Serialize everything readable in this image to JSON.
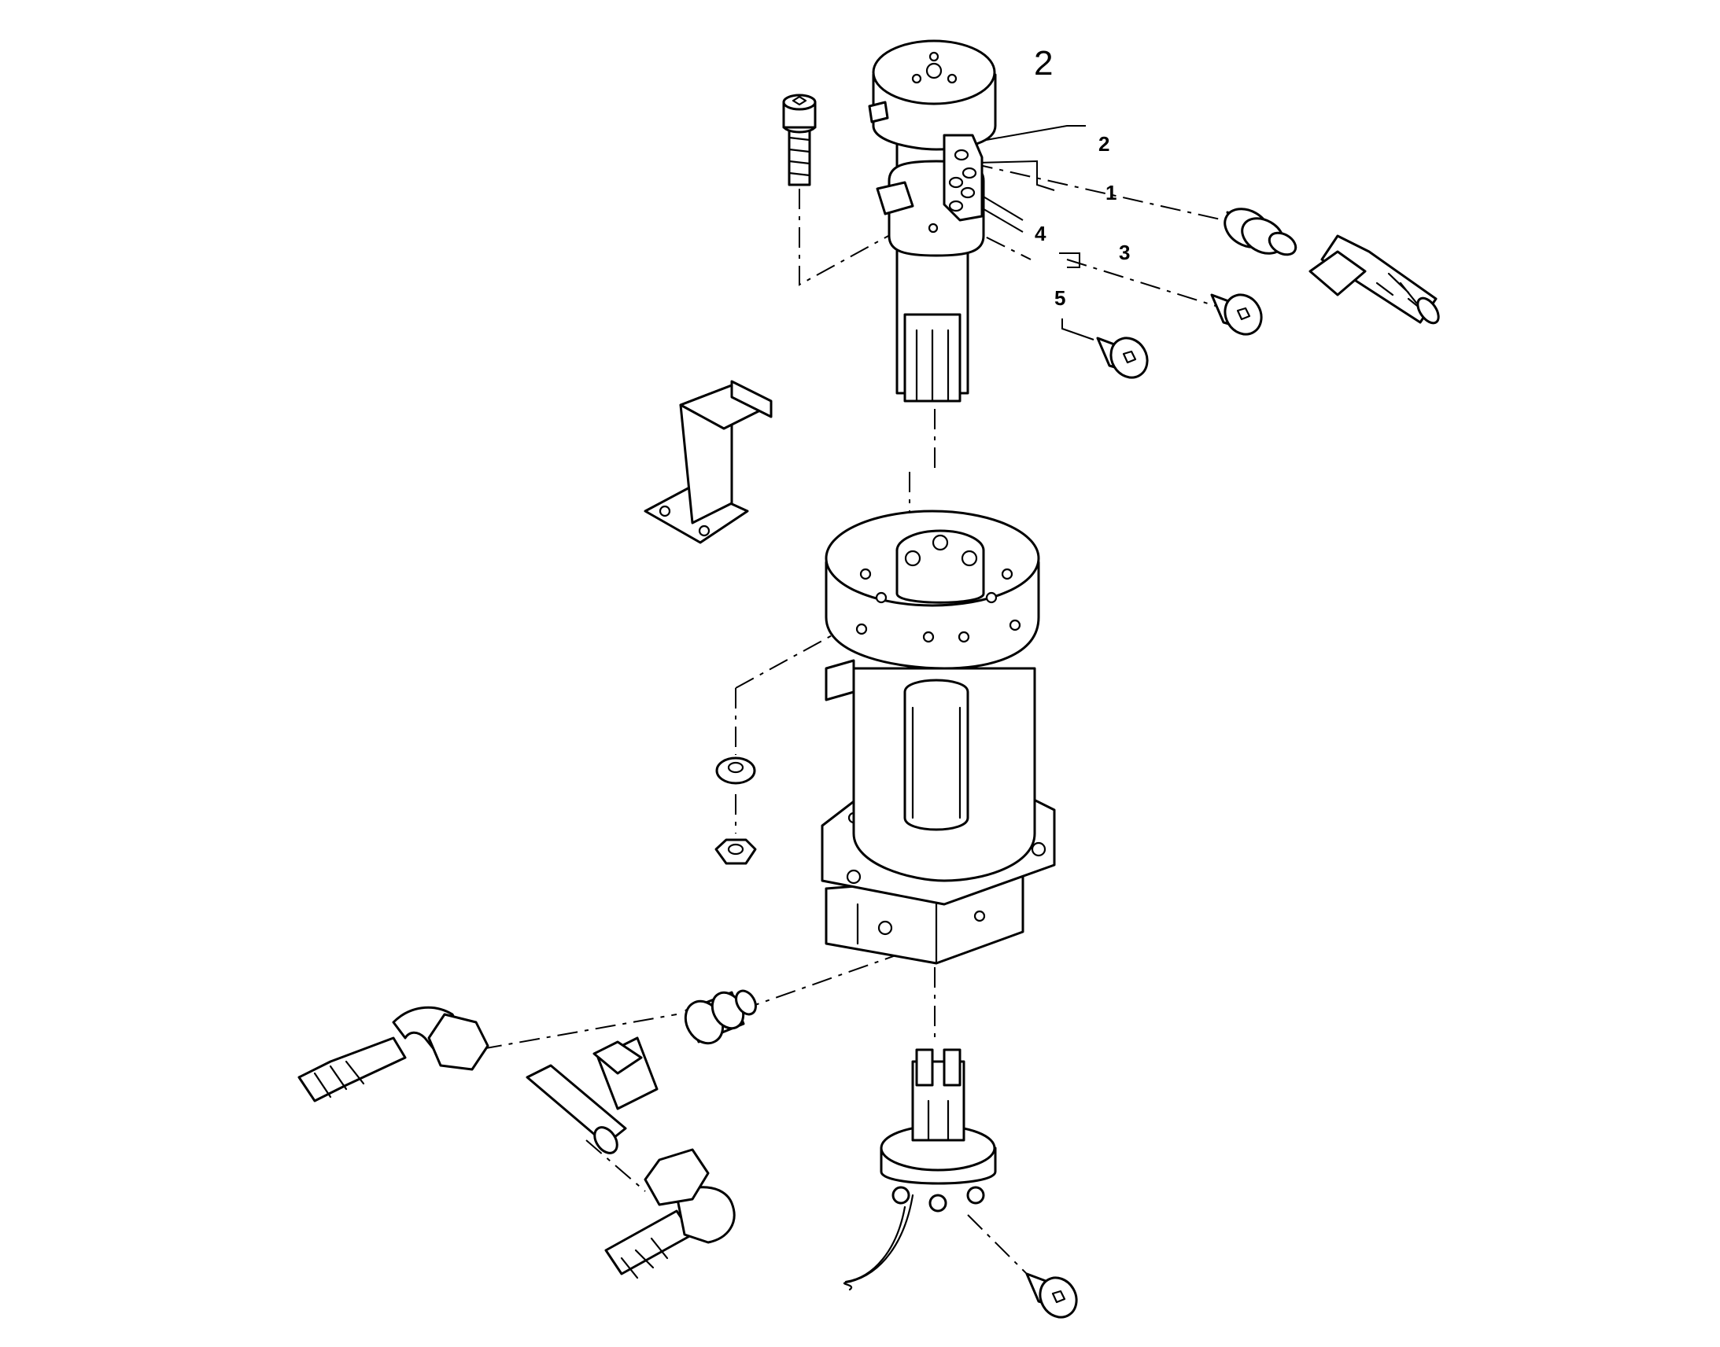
{
  "diagram": {
    "title_number": "2",
    "callouts": [
      {
        "id": "1",
        "text": "1"
      },
      {
        "id": "2",
        "text": "2"
      },
      {
        "id": "3",
        "text": "3"
      },
      {
        "id": "4",
        "text": "4"
      },
      {
        "id": "5",
        "text": "5"
      }
    ]
  }
}
